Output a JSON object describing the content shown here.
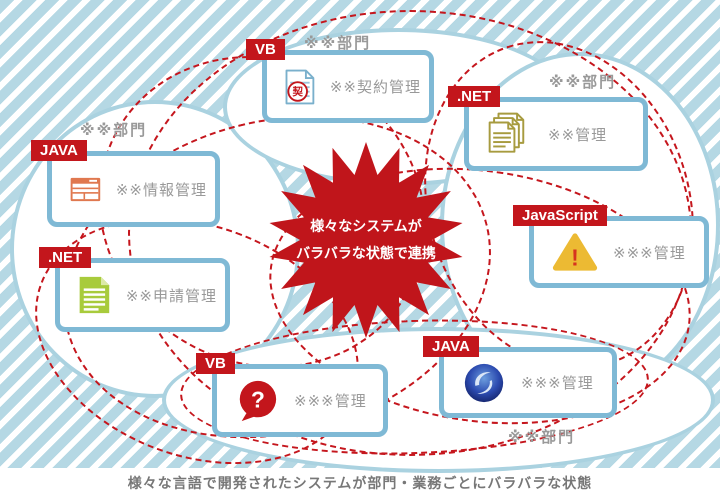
{
  "caption": "様々な言語で開発されたシステムが部門・業務ごとにバラバラな状態",
  "starburst": {
    "line1": "様々なシステムが",
    "line2": "バラバラな状態で連携"
  },
  "departments": [
    {
      "id": "top",
      "label": "※※部門"
    },
    {
      "id": "top_right",
      "label": "※※部門"
    },
    {
      "id": "left",
      "label": "※※部門"
    },
    {
      "id": "bottom",
      "label": "※※部門"
    }
  ],
  "cards": [
    {
      "language": "VB",
      "system": "※※契約管理",
      "icon": "contract-document-stamp-icon"
    },
    {
      "language": ".NET",
      "system": "※※管理",
      "icon": "stacked-documents-icon"
    },
    {
      "language": "JavaScript",
      "system": "※※※管理",
      "icon": "warning-triangle-icon"
    },
    {
      "language": "JAVA",
      "system": "※※情報管理",
      "icon": "form-table-icon"
    },
    {
      "language": ".NET",
      "system": "※※申請管理",
      "icon": "green-document-icon"
    },
    {
      "language": "VB",
      "system": "※※※管理",
      "icon": "question-bubble-icon"
    },
    {
      "language": "JAVA",
      "system": "※※※管理",
      "icon": "globe-logo-icon"
    }
  ],
  "icons": {
    "stamp_char": "契",
    "warning_mark": "!",
    "question_mark": "?"
  },
  "colors": {
    "accent_red": "#c3161c",
    "starburst_red": "#c0151b",
    "stripe_blue": "#b5d8e4",
    "card_border_blue": "#7fb9d5",
    "blob_border_blue": "#aad2e0",
    "dashed_red": "#c5161d",
    "text_gray": "#999999",
    "caption_gray": "#777777"
  }
}
